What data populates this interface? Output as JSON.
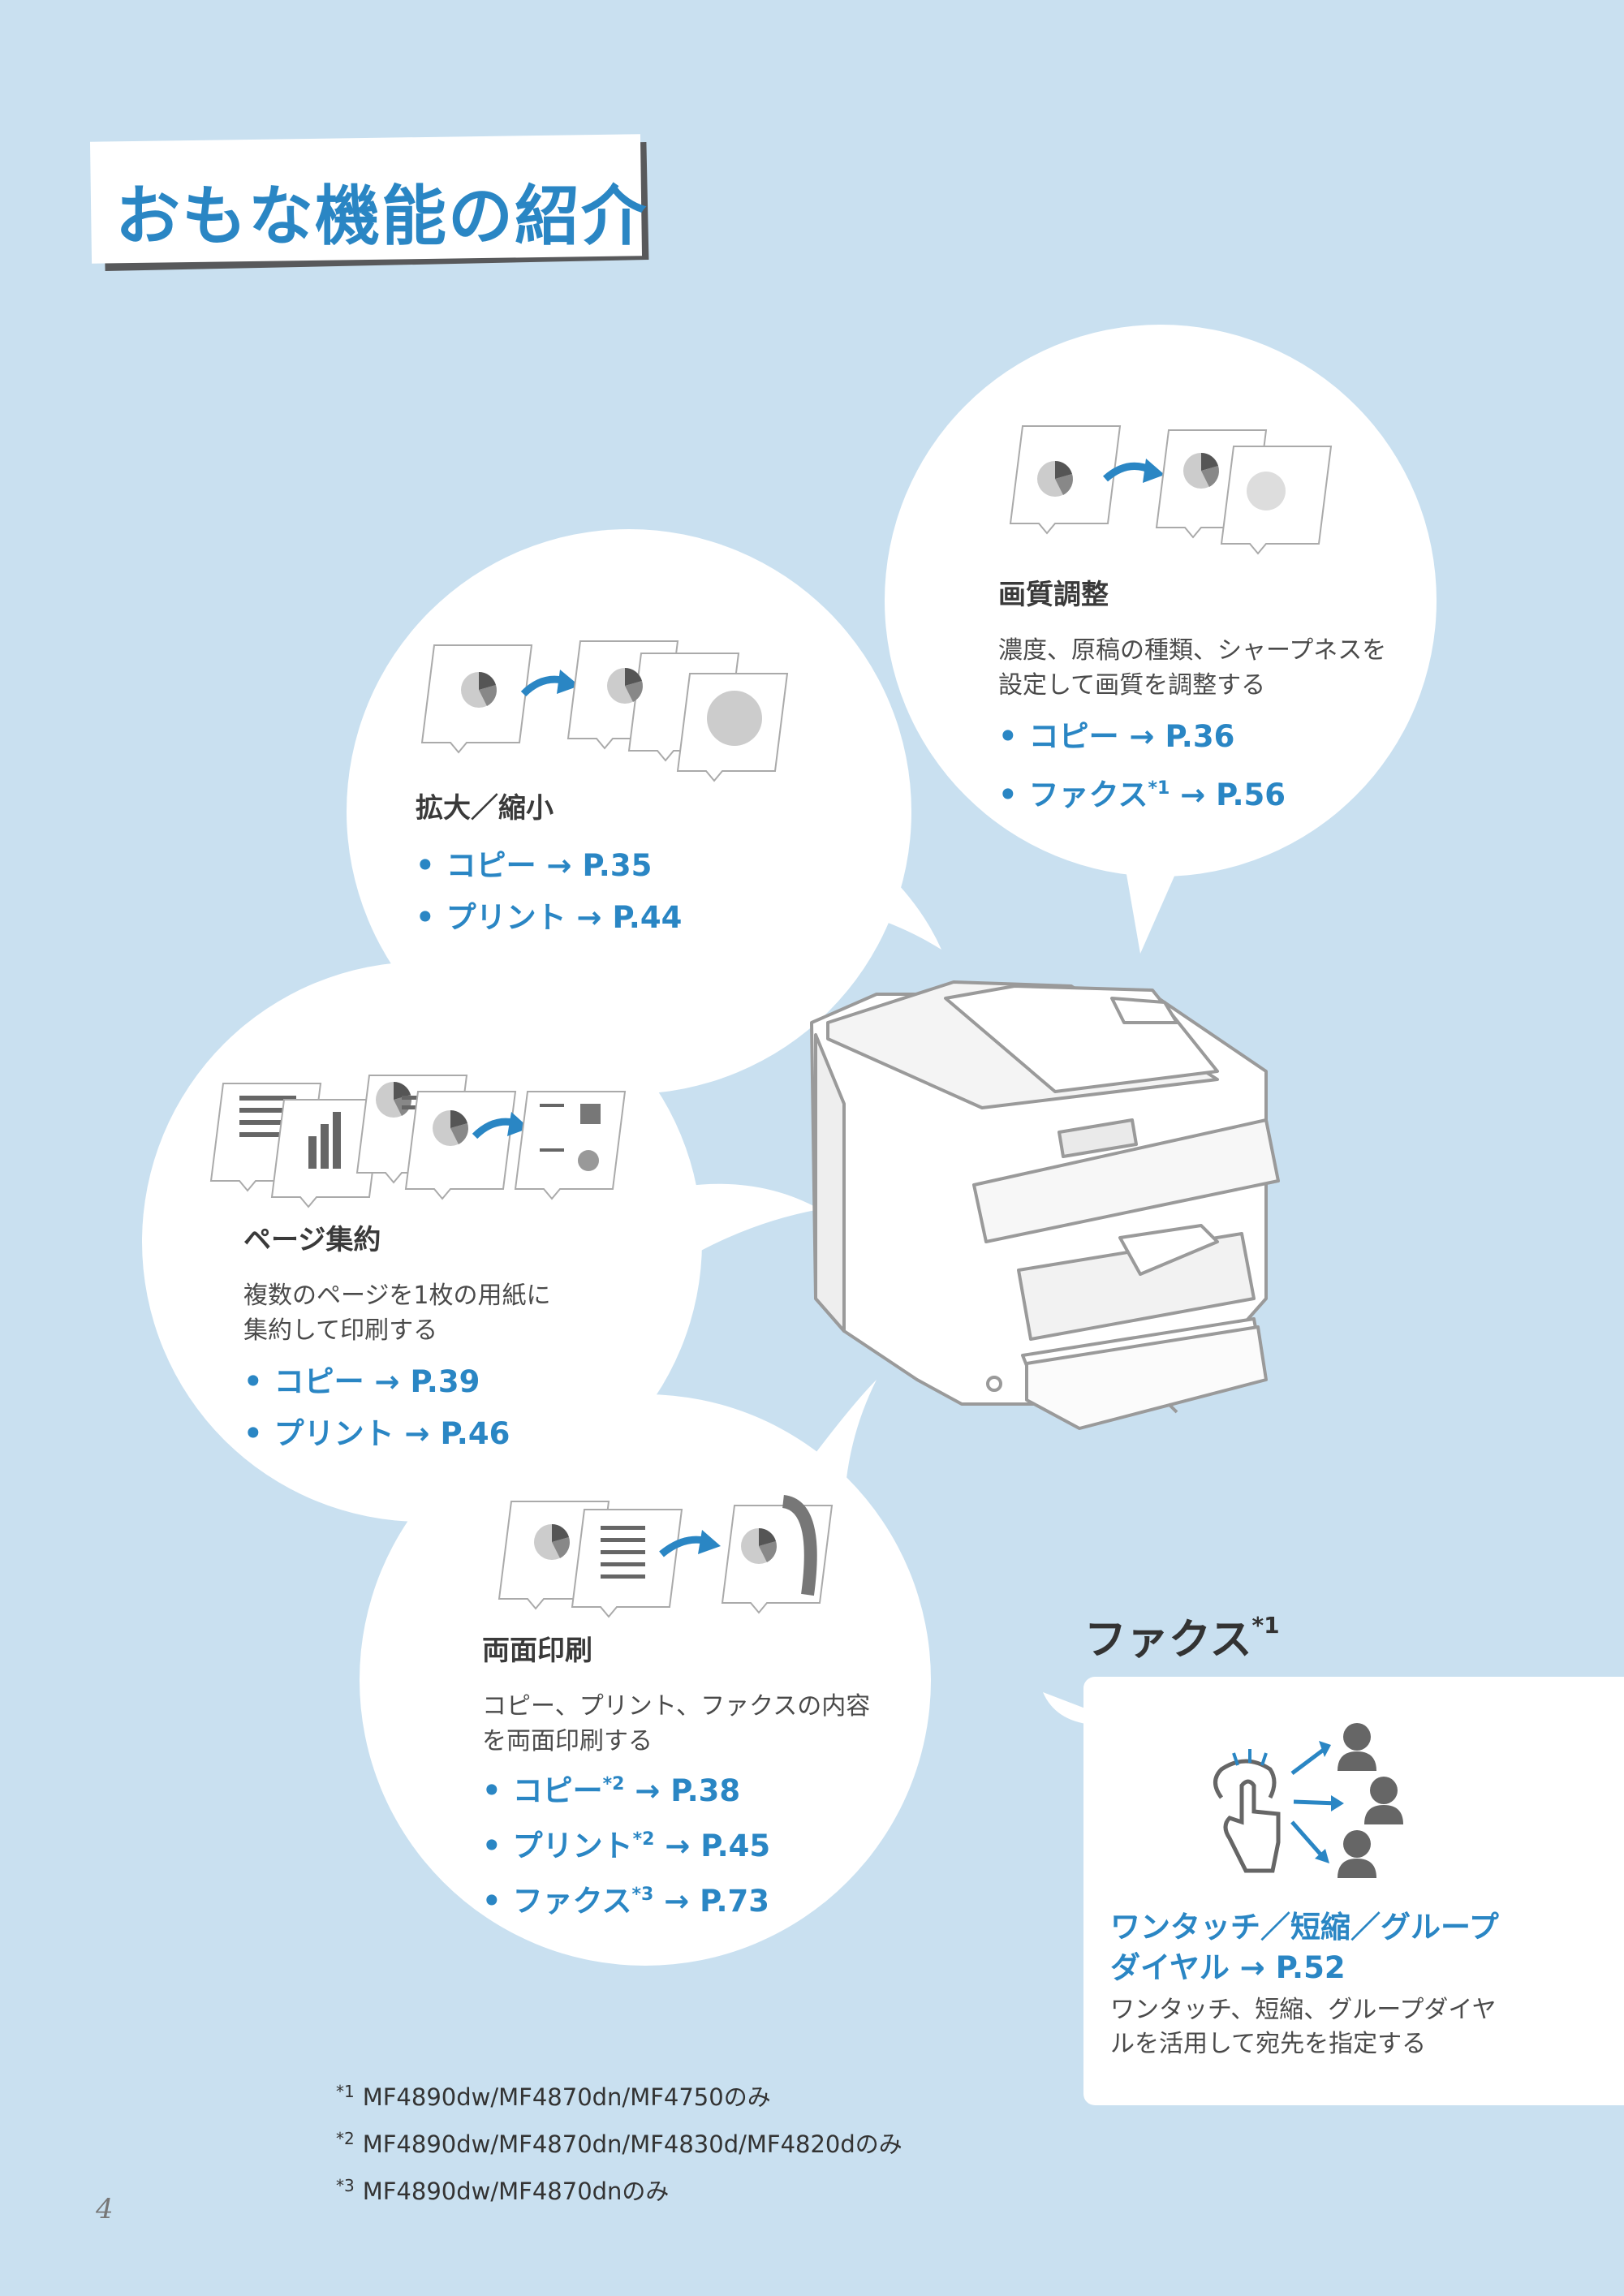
{
  "page_title": "おもな機能の紹介",
  "features": {
    "image_quality": {
      "title": "画質調整",
      "desc_line1": "濃度、原稿の種類、シャープネスを",
      "desc_line2": "設定して画質を調整する",
      "links": [
        {
          "label": "コピー",
          "sup": "",
          "page": "P.36"
        },
        {
          "label": "ファクス",
          "sup": "*1",
          "page": "P.56"
        }
      ]
    },
    "zoom": {
      "title": "拡大／縮小",
      "links": [
        {
          "label": "コピー",
          "sup": "",
          "page": "P.35"
        },
        {
          "label": "プリント",
          "sup": "",
          "page": "P.44"
        }
      ]
    },
    "n_on_1": {
      "title": "ページ集約",
      "desc_line1": "複数のページを1枚の用紙に",
      "desc_line2": "集約して印刷する",
      "links": [
        {
          "label": "コピー",
          "sup": "",
          "page": "P.39"
        },
        {
          "label": "プリント",
          "sup": "",
          "page": "P.46"
        }
      ]
    },
    "duplex": {
      "title": "両面印刷",
      "desc_line1": "コピー、プリント、ファクスの内容",
      "desc_line2": "を両面印刷する",
      "links": [
        {
          "label": "コピー",
          "sup": "*2",
          "page": "P.38"
        },
        {
          "label": "プリント",
          "sup": "*2",
          "page": "P.45"
        },
        {
          "label": "ファクス",
          "sup": "*3",
          "page": "P.73"
        }
      ]
    }
  },
  "fax_section": {
    "heading": "ファクス",
    "heading_sup": "*1",
    "link_line1": "ワンタッチ／短縮／グループ",
    "link_line2": "ダイヤル",
    "link_page": "P.52",
    "desc_line1": "ワンタッチ、短縮、グループダイヤ",
    "desc_line2": "ルを活用して宛先を指定する"
  },
  "arrow": "→",
  "bullet": "•",
  "footnotes": [
    {
      "mark": "*1",
      "text": "MF4890dw/MF4870dn/MF4750のみ"
    },
    {
      "mark": "*2",
      "text": "MF4890dw/MF4870dn/MF4830d/MF4820dのみ"
    },
    {
      "mark": "*3",
      "text": "MF4890dw/MF4870dnのみ"
    }
  ],
  "page_number": "4",
  "colors": {
    "background": "#c9e0f0",
    "accent": "#2a86c4",
    "title_shadow": "#58595b"
  }
}
